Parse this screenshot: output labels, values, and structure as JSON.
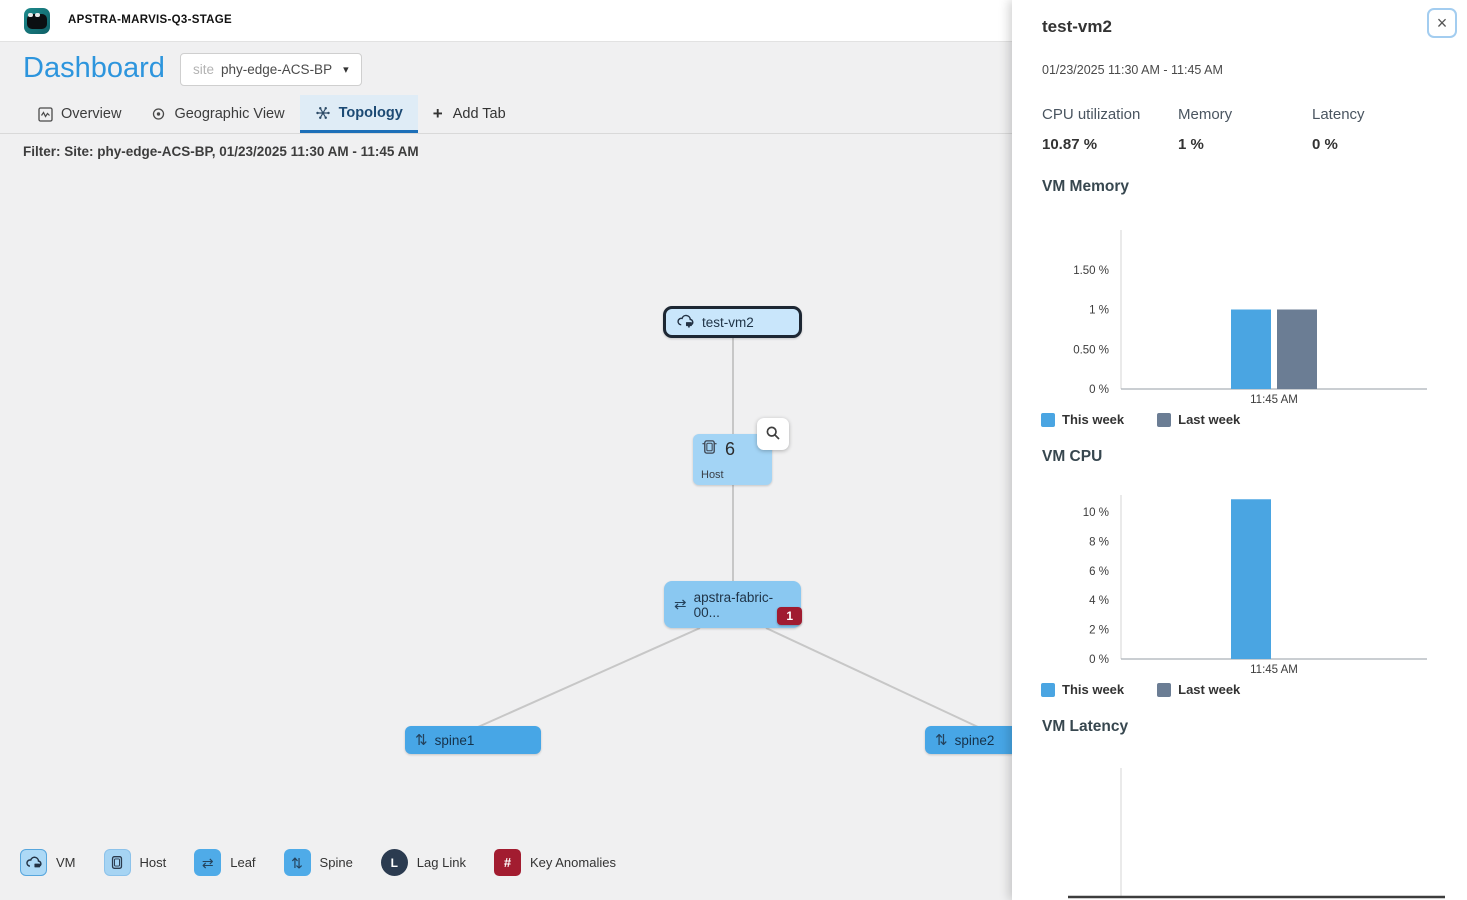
{
  "header": {
    "app_title": "APSTRA-MARVIS-Q3-STAGE"
  },
  "dashboard": {
    "title": "Dashboard",
    "site_label": "site",
    "site_value": "phy-edge-ACS-BP"
  },
  "tabs": [
    {
      "label": "Overview",
      "active": false
    },
    {
      "label": "Geographic View",
      "active": false
    },
    {
      "label": "Topology",
      "active": true
    },
    {
      "label": "Add Tab",
      "active": false
    }
  ],
  "filter": {
    "text": "Filter: Site: phy-edge-ACS-BP, 01/23/2025 11:30 AM - 11:45 AM"
  },
  "topology": {
    "nodes": {
      "vm": {
        "label": "test-vm2",
        "selected": true
      },
      "host": {
        "count": "6",
        "label": "Host"
      },
      "leaf": {
        "label": "apstra-fabric-00...",
        "anomaly_count": "1"
      },
      "spine1": {
        "label": "spine1"
      },
      "spine2": {
        "label": "spine2"
      }
    }
  },
  "legend": {
    "items": [
      {
        "label": "VM"
      },
      {
        "label": "Host"
      },
      {
        "label": "Leaf"
      },
      {
        "label": "Spine"
      },
      {
        "label": "Lag Link",
        "glyph": "L"
      },
      {
        "label": "Key Anomalies",
        "glyph": "#"
      }
    ]
  },
  "panel": {
    "title": "test-vm2",
    "date_range": "01/23/2025 11:30 AM - 11:45 AM",
    "stats": [
      {
        "label": "CPU utilization",
        "value": "10.87 %"
      },
      {
        "label": "Memory",
        "value": "1 %"
      },
      {
        "label": "Latency",
        "value": "0 %"
      }
    ],
    "sections": [
      "VM Memory",
      "VM CPU",
      "VM Latency"
    ]
  },
  "colors": {
    "accent_blue": "#2d95dd",
    "tab_underline": "#1d6fb8",
    "anomaly_red": "#a01b30",
    "node_vm": "#c9e6fb",
    "node_host": "#a3d4f5",
    "node_leaf": "#8ac8f1",
    "node_spine": "#47a6e6",
    "lag_navy": "#2b3b50",
    "chart_series": [
      "#4aa5e2",
      "#6b7d94"
    ]
  },
  "chart_data": [
    {
      "type": "bar",
      "title": "VM Memory",
      "categories": [
        "11:45 AM"
      ],
      "series": [
        {
          "name": "This week",
          "values": [
            1
          ]
        },
        {
          "name": "Last week",
          "values": [
            1
          ]
        }
      ],
      "ylabel": "%",
      "ylim": [
        0,
        2
      ],
      "yticks": [
        {
          "v": 1.5,
          "label": "1.50 %"
        },
        {
          "v": 1,
          "label": "1 %"
        },
        {
          "v": 0.5,
          "label": "0.50 %"
        },
        {
          "v": 0,
          "label": "0 %"
        }
      ],
      "grid": false,
      "legend_position": "bottom"
    },
    {
      "type": "bar",
      "title": "VM CPU",
      "categories": [
        "11:45 AM"
      ],
      "series": [
        {
          "name": "This week",
          "values": [
            10.87
          ]
        },
        {
          "name": "Last week",
          "values": [
            0
          ]
        }
      ],
      "ylabel": "%",
      "ylim": [
        0,
        11.16
      ],
      "yticks": [
        {
          "v": 10,
          "label": "10 %"
        },
        {
          "v": 8,
          "label": "8 %"
        },
        {
          "v": 6,
          "label": "6 %"
        },
        {
          "v": 4,
          "label": "4 %"
        },
        {
          "v": 2,
          "label": "2 %"
        },
        {
          "v": 0,
          "label": "0 %"
        }
      ],
      "grid": false,
      "legend_position": "bottom"
    },
    {
      "type": "bar",
      "title": "VM Latency",
      "categories": [],
      "series": [],
      "ylim": [
        0,
        1
      ],
      "yticks": [],
      "grid": false,
      "legend_position": "none"
    }
  ]
}
